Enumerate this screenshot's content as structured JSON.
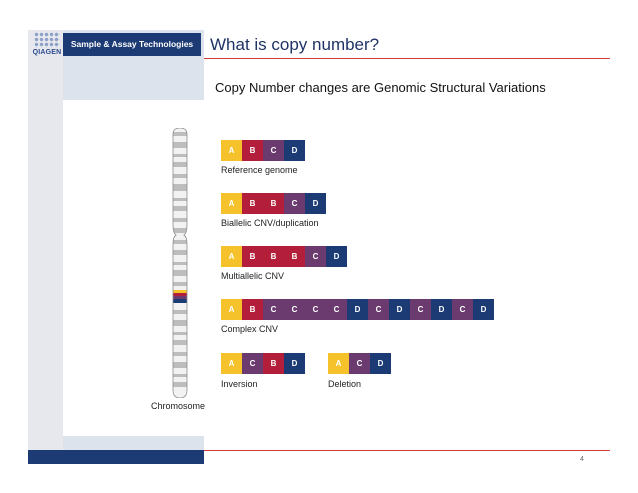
{
  "header": {
    "brand": "Sample & Assay Technologies",
    "logo_text": "QIAGEN",
    "title": "What is copy number?"
  },
  "subtitle": "Copy Number changes are Genomic Structural Variations",
  "chromosome_label": "Chromosome",
  "colors": {
    "A": "#f6c22b",
    "B": "#b31f3b",
    "C": "#6b3b70",
    "D": "#1c3a74",
    "accent_line": "#d33c3c",
    "brand_blue": "#1c3a74"
  },
  "diagrams": [
    {
      "label": "Reference genome",
      "segments": [
        "A",
        "B",
        "C",
        "D"
      ]
    },
    {
      "label": "Biallelic CNV/duplication",
      "segments": [
        "A",
        "B",
        "B",
        "C",
        "D"
      ]
    },
    {
      "label": "Multiallelic CNV",
      "segments": [
        "A",
        "B",
        "B",
        "B",
        "C",
        "D"
      ]
    },
    {
      "label": "Complex CNV",
      "segments": [
        "A",
        "B",
        "C",
        "C",
        "C",
        "C",
        "D",
        "C",
        "D",
        "C",
        "D",
        "C",
        "D"
      ]
    },
    {
      "label": "Inversion",
      "segments": [
        "A",
        "C",
        "B",
        "D"
      ]
    },
    {
      "label": "Deletion",
      "segments": [
        "A",
        "C",
        "D"
      ]
    }
  ],
  "page_number": "4"
}
